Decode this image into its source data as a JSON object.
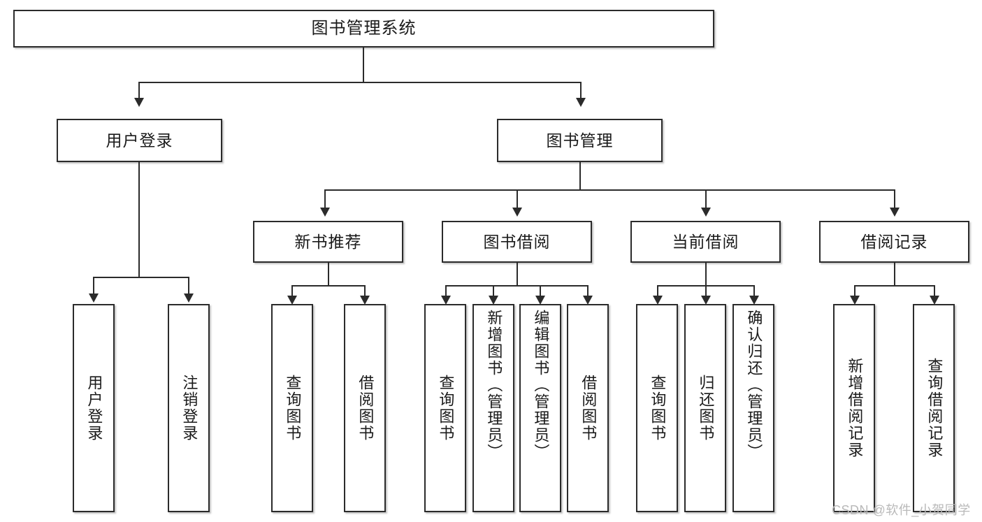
{
  "diagram": {
    "title": "图书管理系统",
    "type": "hierarchical-tree",
    "root": {
      "label": "图书管理系统"
    },
    "level2": [
      {
        "label": "用户登录"
      },
      {
        "label": "图书管理"
      }
    ],
    "level3": [
      {
        "label": "新书推荐"
      },
      {
        "label": "图书借阅"
      },
      {
        "label": "当前借阅"
      },
      {
        "label": "借阅记录"
      }
    ],
    "leaves": {
      "user_login": [
        {
          "label": "用户登录"
        },
        {
          "label": "注销登录"
        }
      ],
      "new_book_recommend": [
        {
          "label": "查询图书"
        },
        {
          "label": "借阅图书"
        }
      ],
      "book_borrow": [
        {
          "label": "查询图书"
        },
        {
          "label": "新增图书（管理员）"
        },
        {
          "label": "编辑图书（管理员）"
        },
        {
          "label": "借阅图书"
        }
      ],
      "current_borrow": [
        {
          "label": "查询图书"
        },
        {
          "label": "归还图书"
        },
        {
          "label": "确认归还（管理员）"
        }
      ],
      "borrow_record": [
        {
          "label": "新增借阅记录"
        },
        {
          "label": "查询借阅记录"
        }
      ]
    }
  },
  "watermark": {
    "text": "CSDN @软件_小贺同学"
  },
  "colors": {
    "stroke": "#2b2b2b",
    "background": "#ffffff",
    "text": "#1a1a1a",
    "watermark": "#b9b9b9"
  }
}
